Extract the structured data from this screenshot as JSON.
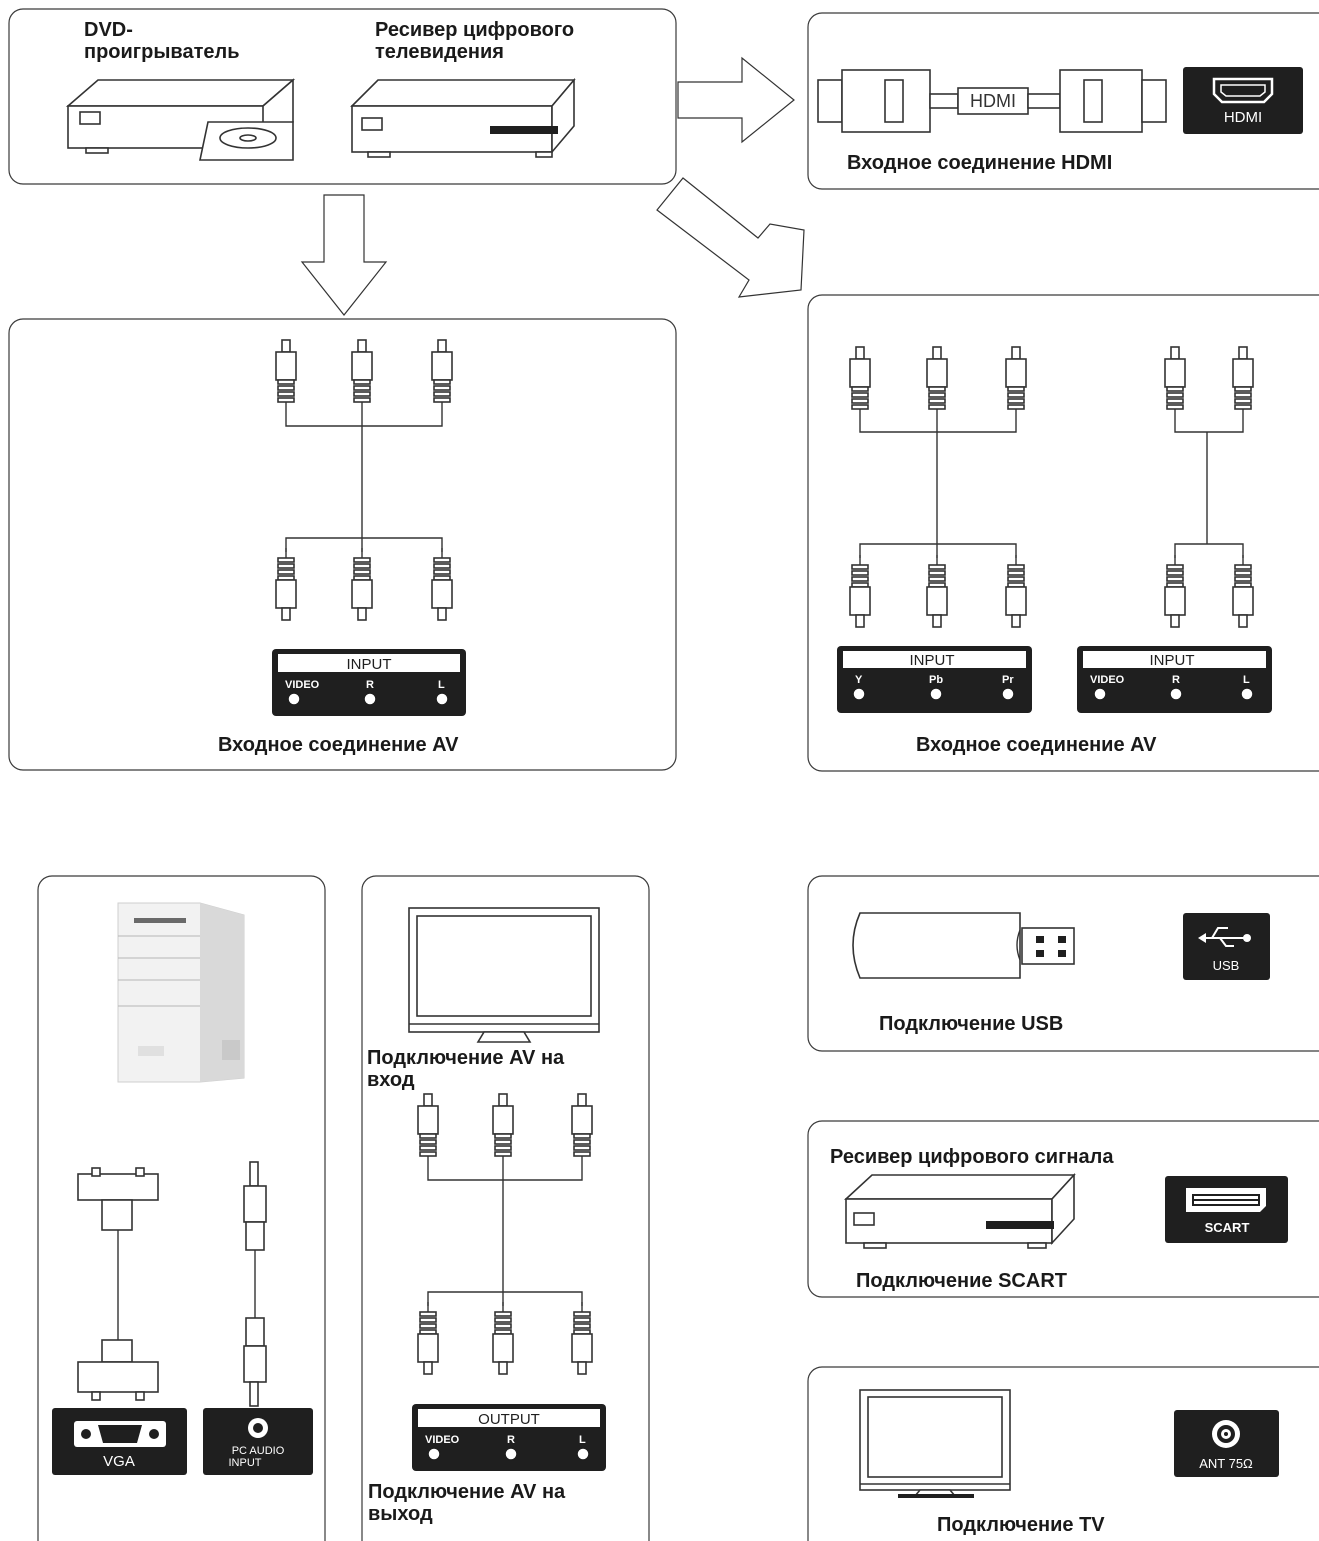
{
  "top_left": {
    "dvd_label_1": "DVD-",
    "dvd_label_2": "проигрыватель",
    "receiver_label_1": "Ресивер цифрового",
    "receiver_label_2": "телевидения"
  },
  "hdmi_panel": {
    "cable_label": "HDMI",
    "port_label": "HDMI",
    "caption": "Входное соединение HDMI"
  },
  "av_left": {
    "port_title": "INPUT",
    "ports": [
      "VIDEO",
      "R",
      "L"
    ],
    "caption": "Входное соединение AV"
  },
  "av_right": {
    "component_title": "INPUT",
    "component_ports": [
      "Y",
      "Pb",
      "Pr"
    ],
    "composite_title": "INPUT",
    "composite_ports": [
      "VIDEO",
      "R",
      "L"
    ],
    "caption": "Входное соединение AV"
  },
  "pc_panel": {
    "vga_label": "VGA",
    "audio_label_1": "PC AUDIO",
    "audio_label_2": "INPUT"
  },
  "av_out_panel": {
    "caption_in_1": "Подключение  AV на",
    "caption_in_2": "вход",
    "port_title": "OUTPUT",
    "ports": [
      "VIDEO",
      "R",
      "L"
    ],
    "caption_out_1": "Подключение  AV на",
    "caption_out_2": "выход"
  },
  "usb_panel": {
    "port_label": "USB",
    "caption": "Подключение  USB"
  },
  "scart_panel": {
    "title": "Ресивер цифрового сигнала",
    "port_label": "SCART",
    "caption": "Подключение  SCART"
  },
  "tv_panel": {
    "port_label": "ANT 75Ω",
    "caption": "Подключение  TV"
  }
}
